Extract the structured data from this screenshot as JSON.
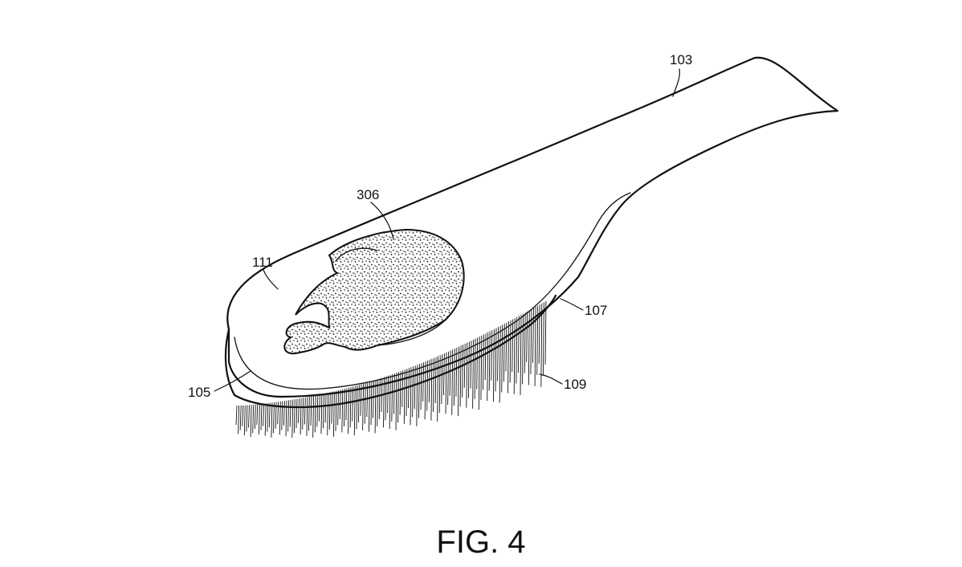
{
  "figure": {
    "caption": "FIG. 4",
    "reference_labels": {
      "handle": "103",
      "head_front": "105",
      "head_side": "107",
      "bristles": "109",
      "head_top": "111",
      "insignia": "306"
    }
  }
}
